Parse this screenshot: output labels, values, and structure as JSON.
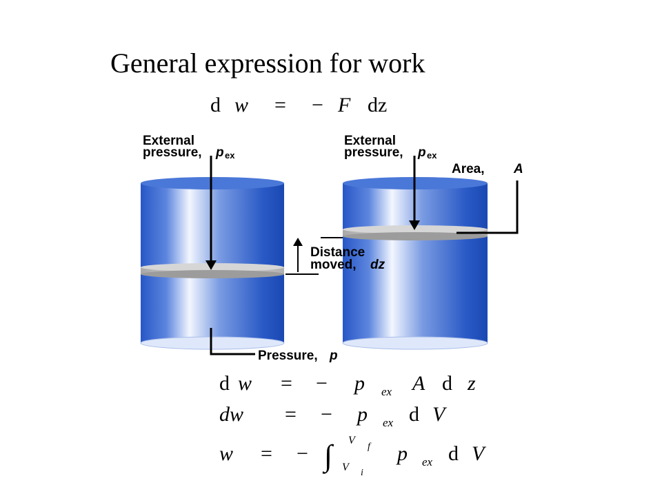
{
  "title": "General expression for work",
  "equation_top": {
    "lhs_d": "d",
    "lhs_w": "w",
    "eq": "=",
    "minus": "−",
    "F": "F",
    "dz": "dz"
  },
  "labels": {
    "ext_pressure_left_1": "External",
    "ext_pressure_left_2": "pressure,",
    "ext_pressure_right_1": "External",
    "ext_pressure_right_2": "pressure,",
    "p_symbol": "p",
    "p_sub": "ex",
    "area": "Area,",
    "area_symbol": "A",
    "distance_1": "Distance",
    "distance_2": "moved,",
    "distance_symbol": "dz",
    "pressure": "Pressure,",
    "pressure_symbol": "p"
  },
  "equations_bottom": {
    "eq1": {
      "d": "d",
      "w": "w",
      "eq": "=",
      "minus": "−",
      "p": "p",
      "ex": "ex",
      "A": "A",
      "d2": "d",
      "z": "z"
    },
    "eq2": {
      "dw": "dw",
      "eq": "=",
      "minus": "−",
      "p": "p",
      "ex": "ex",
      "d": "d",
      "V": "V"
    },
    "eq3": {
      "w": "w",
      "eq": "=",
      "minus": "−",
      "integral": "∫",
      "upper_V": "V",
      "upper_f": "f",
      "lower_V": "V",
      "lower_i": "i",
      "p": "p",
      "ex": "ex",
      "d": "d",
      "V": "V"
    }
  },
  "colors": {
    "cylinder_dark": "#1c4fb8",
    "cylinder_light": "#dfe8fb",
    "piston": "#c9c9c9"
  }
}
